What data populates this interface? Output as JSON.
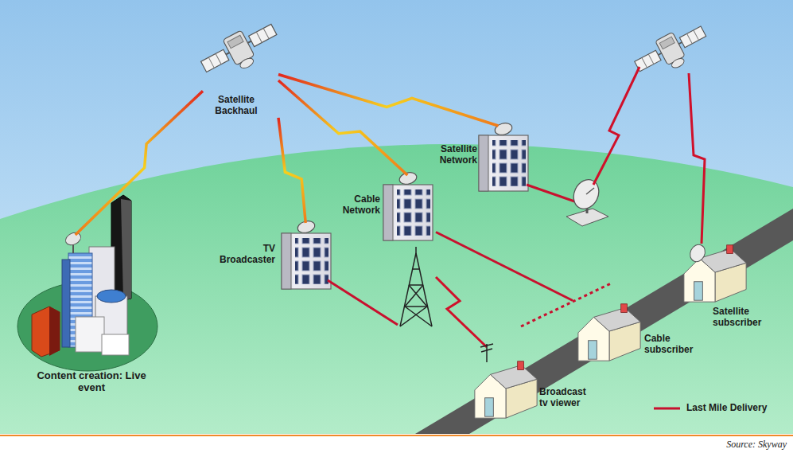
{
  "diagram": {
    "nodes": [
      {
        "text": [
          "Satellite Backhaul"
        ]
      },
      {
        "text": [
          "Content creation: Live event"
        ]
      },
      {
        "text": [
          "TV Broadcaster"
        ]
      },
      {
        "text": [
          "Cable Network"
        ]
      },
      {
        "text": [
          "Satellite Network"
        ]
      },
      {
        "text": [
          "Broadcast tv viewer"
        ]
      },
      {
        "text": [
          "Cable subscriber"
        ]
      },
      {
        "text": [
          "Satellite subscriber"
        ]
      }
    ],
    "edges": [
      {
        "from": 1,
        "to": 0,
        "arrow": "none"
      },
      {
        "from": 0,
        "to": 2,
        "arrow": "none"
      },
      {
        "from": 0,
        "to": 3,
        "arrow": "none"
      },
      {
        "from": 0,
        "to": 4,
        "arrow": "none"
      },
      {
        "from": 3,
        "to": 6,
        "arrow": "none"
      }
    ],
    "labels": [
      "Source: Skyway"
    ],
    "legend": [
      {
        "text": "Last Mile Delivery"
      }
    ]
  }
}
